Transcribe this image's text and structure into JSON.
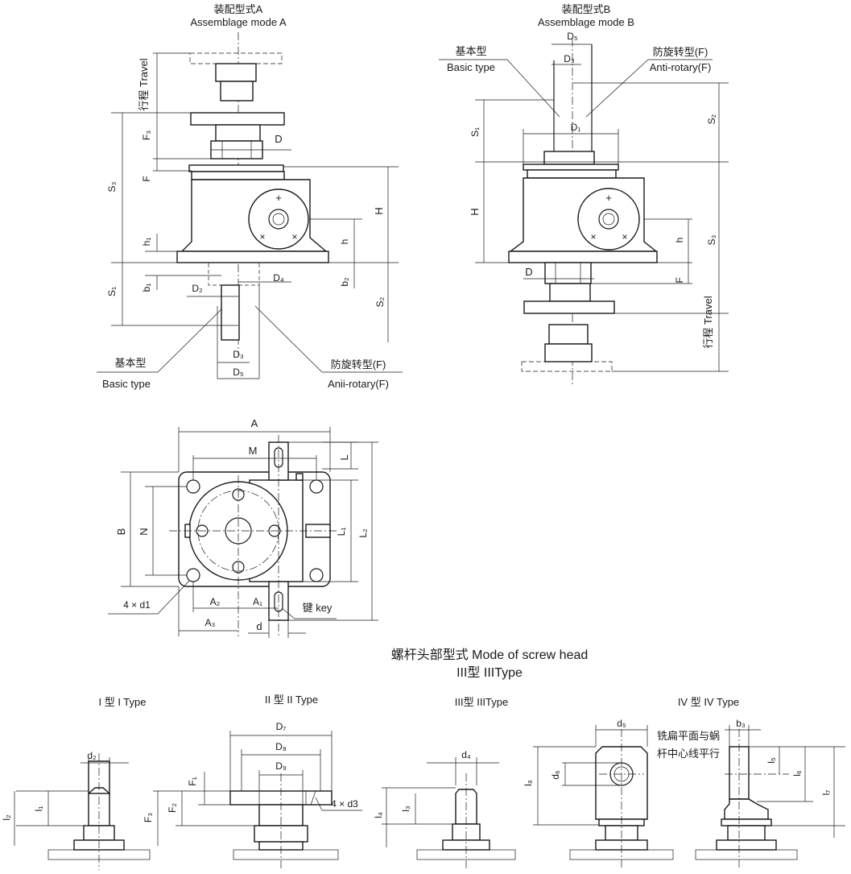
{
  "mode_a": {
    "title_cn": "装配型式A",
    "title_en": "Assemblage mode A",
    "travel": "行程 Travel",
    "labels": {
      "F3": "F₃",
      "D": "D",
      "F": "F",
      "S3": "S₃",
      "H": "H",
      "h1": "h₁",
      "h": "h",
      "S1": "S₁",
      "b1": "b₁",
      "D2": "D₂",
      "D4": "D₄",
      "b2": "b₂",
      "S2": "S₂",
      "D3": "D₃",
      "D5": "D₅"
    },
    "basic_cn": "基本型",
    "basic_en": "Basic type",
    "anti_cn": "防旋转型(F)",
    "anti_en": "Anii-rotary(F)"
  },
  "mode_b": {
    "title_cn": "装配型式B",
    "title_en": "Assemblage mode B",
    "travel": "行程 Travel",
    "labels": {
      "D5": "D₅",
      "D3": "D₃",
      "S1": "S₁",
      "D1": "D₁",
      "S2": "S₂",
      "H": "H",
      "h": "h",
      "S3": "S₃",
      "D": "D",
      "F": "F"
    },
    "basic_cn": "基本型",
    "basic_en": "Basic type",
    "anti_cn": "防旋转型(F)",
    "anti_en": "Anti-rotary(F)"
  },
  "top_view": {
    "labels": {
      "A": "A",
      "M": "M",
      "L": "L",
      "B": "B",
      "N": "N",
      "L1": "L₁",
      "L2": "L₂",
      "A2": "A₂",
      "A1": "A₁",
      "A3": "A₃",
      "d": "d"
    },
    "holes": "4 × d1",
    "key": "键 key"
  },
  "screw_head": {
    "title": "螺杆头部型式   Mode of screw head",
    "subtitle": "III型   IIIType"
  },
  "types": {
    "t1": {
      "title": "I 型    I Type",
      "labels": {
        "d2": "d₂",
        "l2": "l₂",
        "l1": "l₁"
      }
    },
    "t2": {
      "title": "II 型    II Type",
      "labels": {
        "D7": "D₇",
        "D8": "D₈",
        "D9": "D₉",
        "F1": "F₁",
        "F2": "F₂",
        "F3": "F₃"
      },
      "holes": "4 × d3"
    },
    "t3": {
      "title": "III型    IIIType",
      "labels": {
        "d4": "d₄",
        "l3": "l₃",
        "l4": "l₄"
      }
    },
    "t4": {
      "title": "IV 型    IV Type",
      "labels": {
        "d5": "d₅",
        "d6": "d₆",
        "l8": "l₈",
        "b3": "b₃",
        "l5": "l₅",
        "l6": "l₆",
        "l7": "l₇"
      },
      "note_line1": "铣扁平面与蜗",
      "note_line2": "杆中心线平行"
    }
  }
}
